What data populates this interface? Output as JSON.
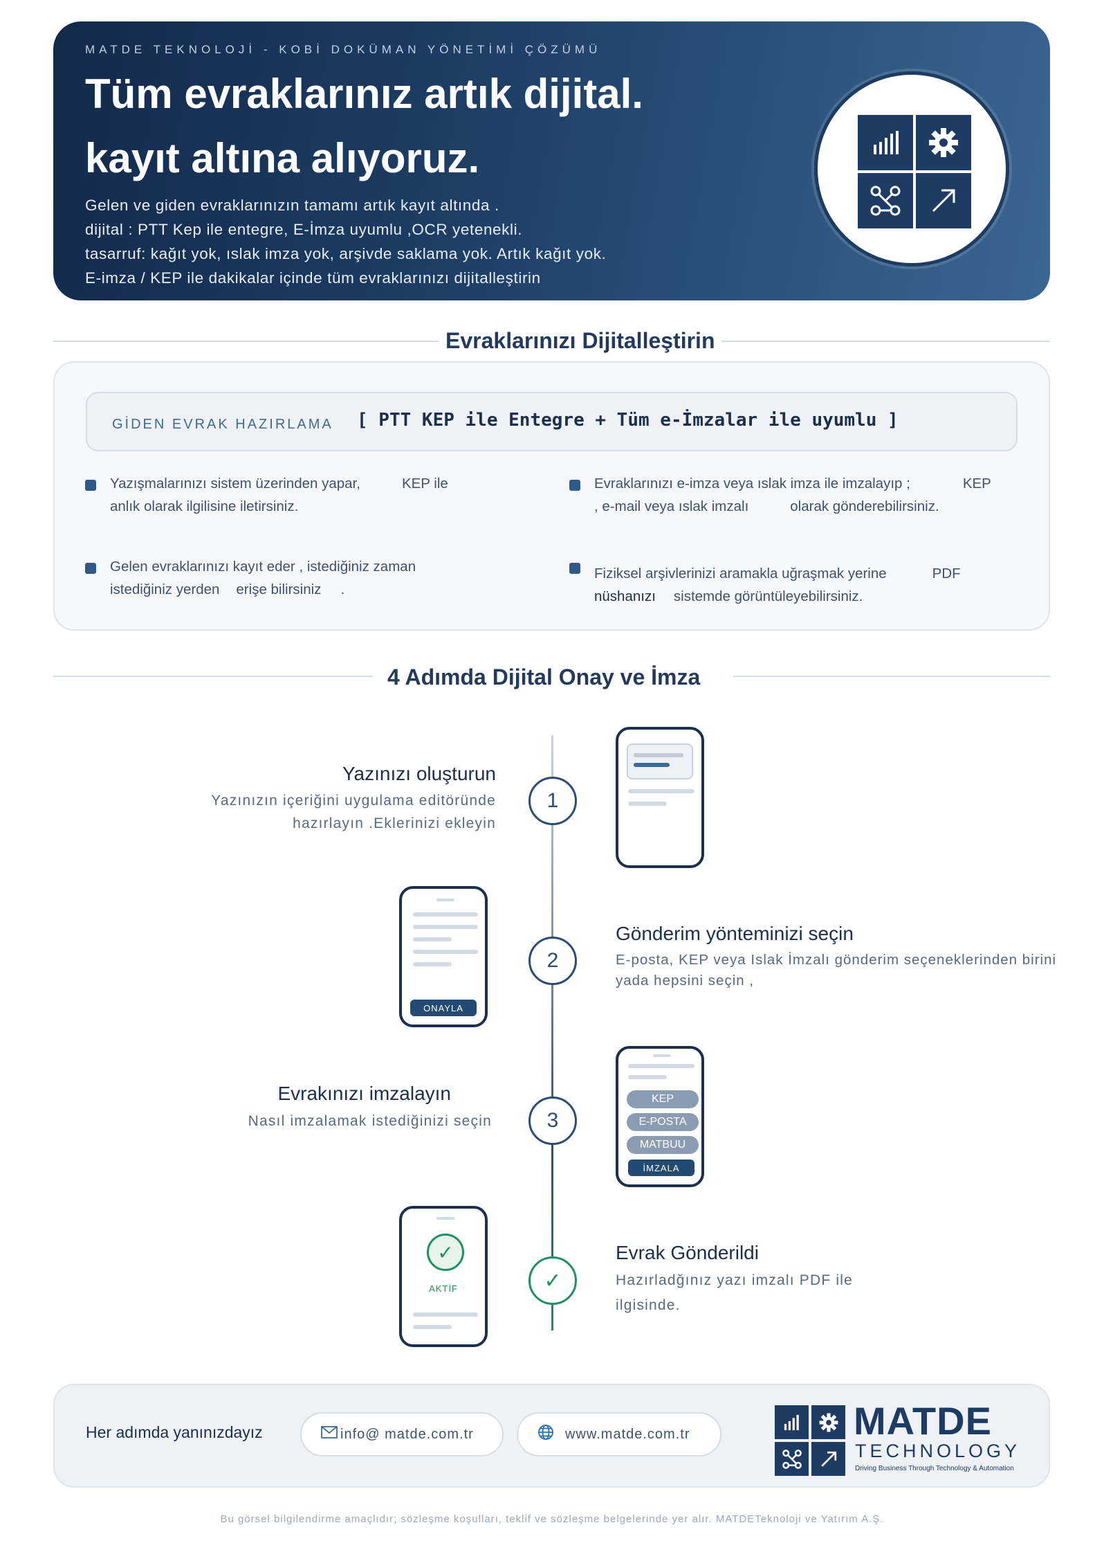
{
  "hero": {
    "kicker": "MATDE TEKNOLOJİ - KOBİ DOKÜMAN YÖNETİMİ ÇÖZÜMÜ",
    "title_line1": "Tüm evraklarınız artık dijital.",
    "title_line2": "kayıt altına alıyoruz.",
    "lines": [
      "Gelen ve giden evraklarınızın tamamı artık kayıt altında .",
      "dijital : PTT Kep ile entegre, E-İmza uyumlu ,OCR yetenekli.",
      "tasarruf: kağıt yok, ıslak imza yok, arşivde saklama yok. Artık kağıt yok.",
      "E-imza / KEP ile dakikalar içinde tüm evraklarınızı dijitalleştirin"
    ],
    "icons": [
      "bar-chart-icon",
      "gear-icon",
      "network-icon",
      "arrow-up-right-icon"
    ]
  },
  "section1": {
    "title": "Evraklarınızı Dijitalleştirin",
    "banner_label": "GİDEN EVRAK HAZIRLAMA",
    "banner_code": "[ PTT KEP ile Entegre + Tüm e-İmzalar ile uyumlu ]",
    "features": [
      {
        "line1a": "Yazışmalarınızı sistem üzerinden yapar,",
        "line1b": "KEP ile",
        "line2": "anlık  olarak ilgilisine iletirsiniz."
      },
      {
        "line1a": "Evraklarınızı e-imza veya ıslak imza ile imzalayıp ;",
        "line1b": "KEP",
        "line2a": ", e-mail veya ıslak imzalı",
        "line2b": "olarak gönderebilirsiniz."
      },
      {
        "line1": "Gelen evraklarınızı kayıt eder , istediğiniz zaman",
        "line2a": "istediğiniz yerden",
        "line2b": "erişe bilirsiniz",
        "line2c": "."
      },
      {
        "line1a": "Fiziksel arşivlerinizi aramakla uğraşmak yerine",
        "line1b": "PDF",
        "line2a": "nüshanızı",
        "line2b": "sistemde görüntüleyebilirsiniz."
      }
    ]
  },
  "section2": {
    "title": "4 Adımda Dijital Onay ve İmza"
  },
  "steps": [
    {
      "number": "1",
      "title": "Yazınızı oluşturun",
      "desc": [
        "Yazınızın içeriğini uygulama editöründe",
        "hazırlayın .Eklerinizi ekleyin"
      ]
    },
    {
      "number": "2",
      "title": "Gönderim yönteminizi seçin",
      "desc": [
        "E-posta, KEP veya Islak İmzalı gönderim seçeneklerinden birini",
        "yada hepsini seçin ,"
      ],
      "phone_button": "ONAYLA"
    },
    {
      "number": "3",
      "title": "Evrakınızı imzalayın",
      "desc": [
        "Nasıl imzalamak istediğinizi seçin"
      ],
      "options": [
        "KEP",
        "E-POSTA",
        "MATBUU"
      ],
      "phone_button": "İMZALA"
    },
    {
      "number": "✓",
      "title": "Evrak Gönderildi",
      "desc": [
        "Hazırladğınız yazı imzalı PDF ile",
        "ilgisinde."
      ],
      "phone_status": "AKTİF"
    }
  ],
  "footer": {
    "support_text": "Her adımda yanınızdayız",
    "email": "info@ matde.com.tr",
    "website": "www.matde.com.tr",
    "brand_name": "MATDE",
    "brand_sub": "TECHNOLOGY",
    "brand_tagline": "Driving Business Through Technology & Automation"
  },
  "disclaimer": "Bu görsel bilgilendirme amaçlıdır; sözleşme koşulları, teklif ve sözleşme belgelerinde yer alır. MATDETeknoloji ve Yatırım A.Ş.",
  "colors": {
    "brand_navy": "#1d3b63",
    "text_dark": "#1c2f4d",
    "success_green": "#1f9060",
    "accent_blue": "#2f5a85"
  }
}
